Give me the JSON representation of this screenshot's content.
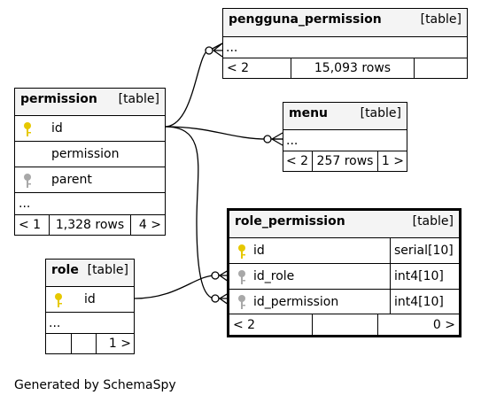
{
  "colors": {
    "primary_key": "#e6c800",
    "foreign_key": "#a8a8a8",
    "header_bg": "#f4f4f4"
  },
  "icons": {
    "primary_key": "gold-key-icon",
    "foreign_key": "gray-key-icon"
  },
  "tables": {
    "pengguna_permission": {
      "name": "pengguna_permission",
      "tag": "[table]",
      "ellipsis": "...",
      "footer": [
        "< 2",
        "15,093 rows",
        ""
      ]
    },
    "permission": {
      "name": "permission",
      "tag": "[table]",
      "columns": [
        "id",
        "permission",
        "parent"
      ],
      "ellipsis": "...",
      "footer": [
        "< 1",
        "1,328 rows",
        "4 >"
      ]
    },
    "menu": {
      "name": "menu",
      "tag": "[table]",
      "ellipsis": "...",
      "footer": [
        "< 2",
        "257 rows",
        "1 >"
      ]
    },
    "role_permission": {
      "name": "role_permission",
      "tag": "[table]",
      "columns": [
        {
          "name": "id",
          "type": "serial[10]"
        },
        {
          "name": "id_role",
          "type": "int4[10]"
        },
        {
          "name": "id_permission",
          "type": "int4[10]"
        }
      ],
      "footer": [
        "< 2",
        "",
        "0 >"
      ]
    },
    "role": {
      "name": "role",
      "tag": "[table]",
      "columns": [
        "id"
      ],
      "ellipsis": "...",
      "footer": [
        "",
        "",
        "1 >"
      ]
    }
  },
  "footer_text": "Generated by SchemaSpy"
}
